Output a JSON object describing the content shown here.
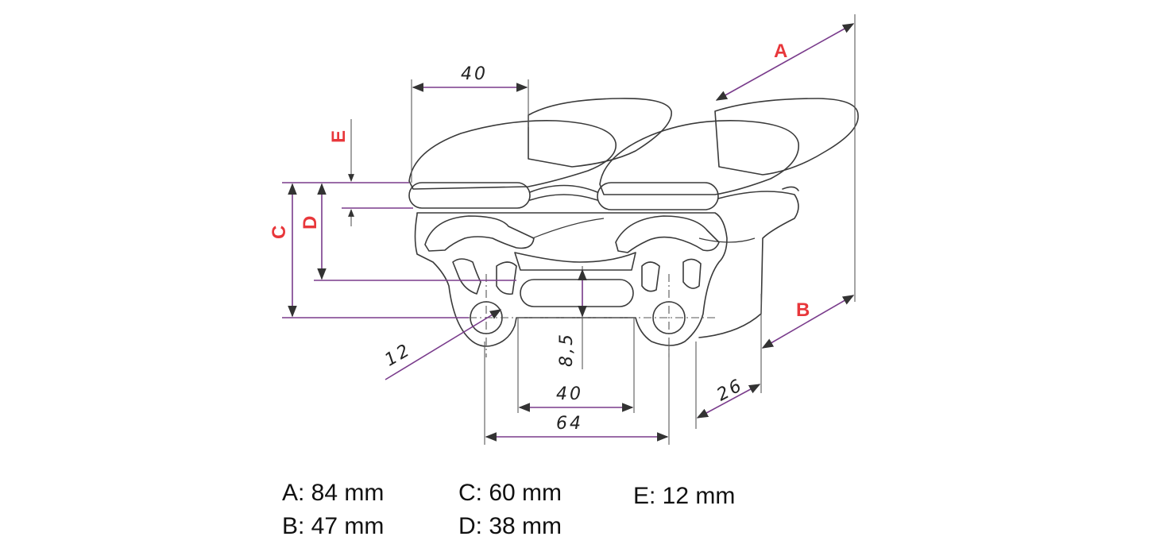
{
  "dimensions": {
    "top_width": "40",
    "inner_width": "40",
    "outer_width": "64",
    "height_small": "8,5",
    "hole_diameter": "12",
    "foot_width": "26"
  },
  "labels": {
    "A": "A",
    "B": "B",
    "C": "C",
    "D": "D",
    "E": "E"
  },
  "legend": {
    "a": "A: 84 mm",
    "b": "B: 47 mm",
    "c": "C: 60 mm",
    "d": "D: 38 mm",
    "e": "E: 12 mm"
  },
  "colors": {
    "label_red": "#e8373b",
    "dimension_purple": "#7a3c8c"
  }
}
